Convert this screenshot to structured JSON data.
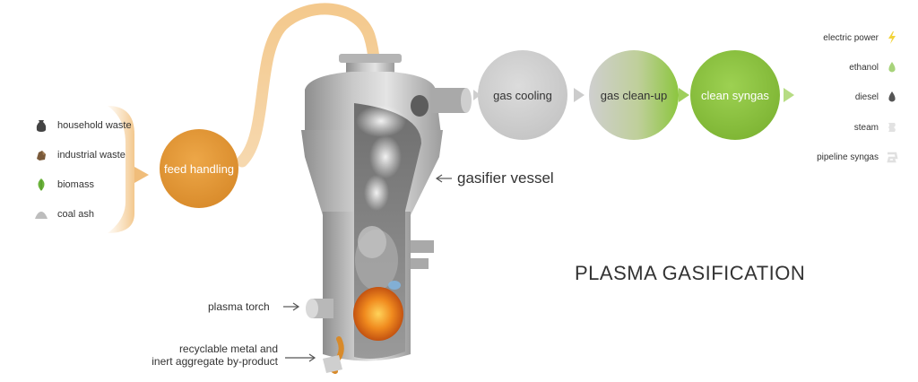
{
  "inputs": [
    {
      "label": "household waste",
      "icon": "bag-icon"
    },
    {
      "label": "industrial waste",
      "icon": "rubble-icon"
    },
    {
      "label": "biomass",
      "icon": "leaf-icon"
    },
    {
      "label": "coal ash",
      "icon": "ash-pile-icon"
    }
  ],
  "stages": {
    "feed": "feed handling",
    "cooling": "gas cooling",
    "cleanup": "gas clean-up",
    "syngas": "clean syngas"
  },
  "outputs": [
    {
      "label": "electric power",
      "icon": "lightning-icon"
    },
    {
      "label": "ethanol",
      "icon": "green-drop-icon"
    },
    {
      "label": "diesel",
      "icon": "dark-drop-icon"
    },
    {
      "label": "steam",
      "icon": "steam-icon"
    },
    {
      "label": "pipeline syngas",
      "icon": "pipe-icon"
    }
  ],
  "labels": {
    "vessel": "gasifier vessel",
    "torch": "plasma torch",
    "byproduct_line1": "recyclable metal and",
    "byproduct_line2": "inert aggregate by-product"
  },
  "title": "PLASMA GASIFICATION",
  "colors": {
    "orange": "#e39a3c",
    "green": "#8cc63f",
    "grey": "#d4d4d4",
    "vessel": "#9a9a9a"
  }
}
